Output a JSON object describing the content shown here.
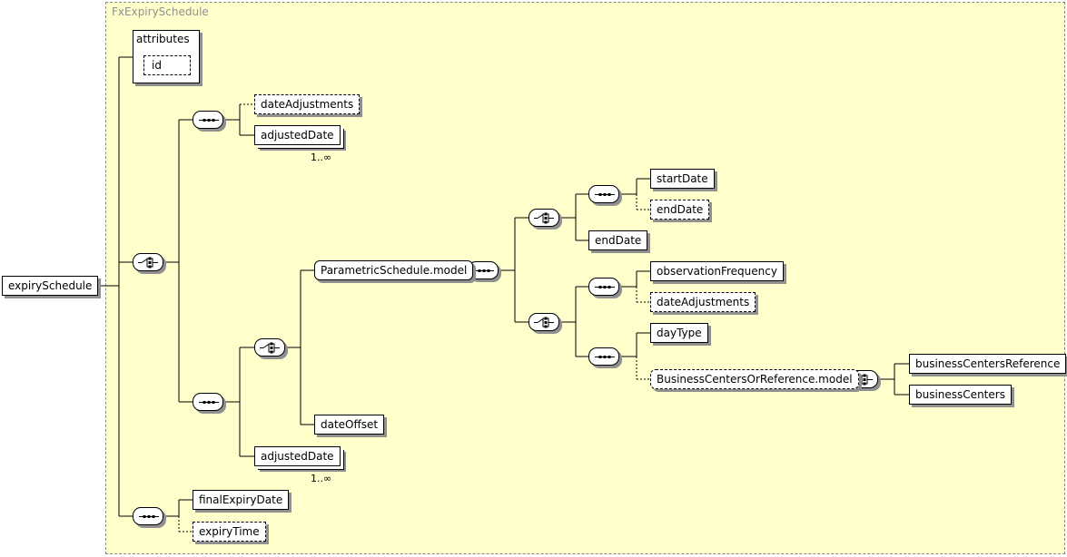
{
  "type_name": "FxExpirySchedule",
  "root": "expirySchedule",
  "attributes": {
    "title": "attributes",
    "id": "id"
  },
  "elements": {
    "dateAdjustments_1": "dateAdjustments",
    "adjustedDate_1": "adjustedDate",
    "parametric_model": "ParametricSchedule.model",
    "startDate": "startDate",
    "endDate_opt": "endDate",
    "endDate": "endDate",
    "observationFrequency": "observationFrequency",
    "dateAdjustments_2": "dateAdjustments",
    "dayType": "dayType",
    "bc_model": "BusinessCentersOrReference.model",
    "businessCentersReference": "businessCentersReference",
    "businessCenters": "businessCenters",
    "dateOffset": "dateOffset",
    "adjustedDate_2": "adjustedDate",
    "finalExpiryDate": "finalExpiryDate",
    "expiryTime": "expiryTime"
  },
  "cardinality": {
    "adjustedDate_1": "1..∞",
    "adjustedDate_2": "1..∞"
  }
}
